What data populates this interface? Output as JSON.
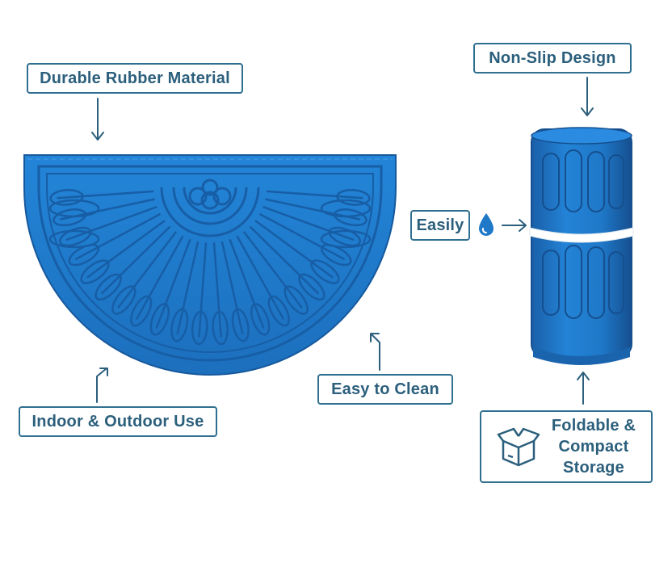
{
  "labels": {
    "durable": "Durable Rubber Material",
    "indoor": "Indoor & Outdoor Use",
    "easy_clean": "Easy to Clean",
    "non_slip": "Non-Slip Design",
    "easily": "Easily",
    "foldable_line1": "Foldable &",
    "foldable_line2": "Compact",
    "foldable_line3": "Storage"
  },
  "icons": {
    "water_drop": "water-drop-icon",
    "box": "box-icon"
  },
  "colors": {
    "mat_blue": "#1f78c8",
    "label_text": "#2b5f7c",
    "label_border": "#2f6f8f"
  }
}
